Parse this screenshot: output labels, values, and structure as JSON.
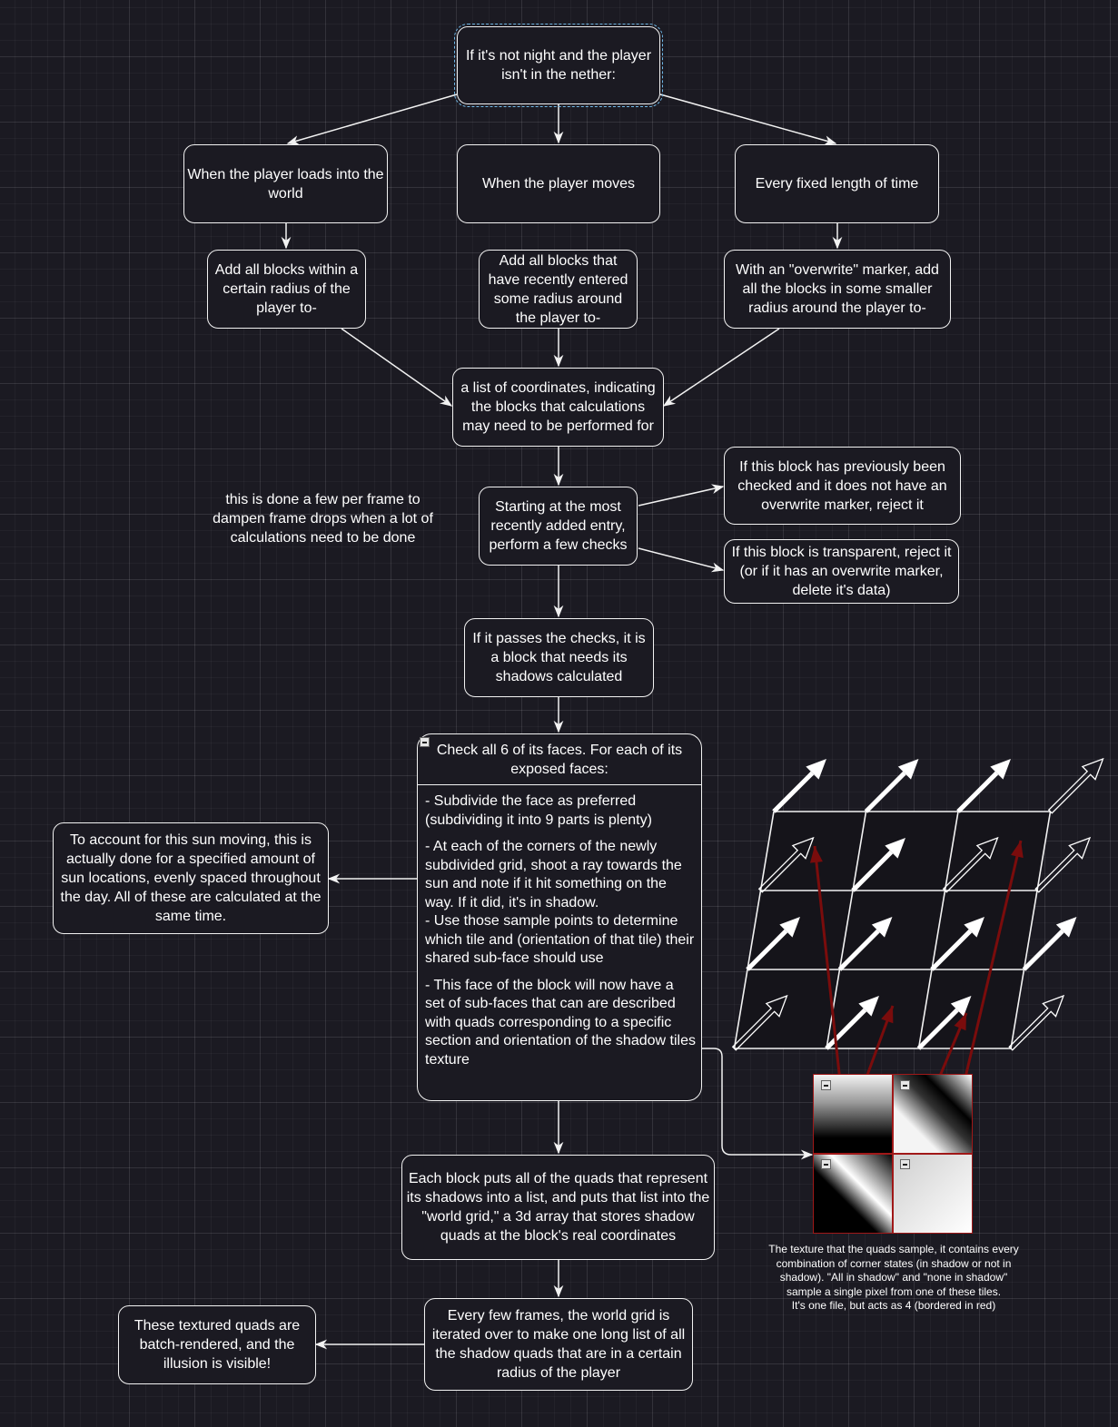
{
  "flowchart": {
    "start": "If it's not night and the player isn't in the nether:",
    "trigger_load": "When the player loads into the world",
    "trigger_move": "When the player moves",
    "trigger_time": "Every fixed length of time",
    "action_load": "Add all blocks within a certain radius of the player to-",
    "action_move": "Add all blocks that have recently entered some radius around the player to-",
    "action_time": "With an \"overwrite\" marker, add all the blocks in some smaller radius around the player to-",
    "coord_list": "a list of coordinates, indicating the blocks that calculations may need to be performed for",
    "checks": "Starting at the most recently added entry, perform a few checks",
    "note_per_frame": "this is done a few per frame to dampen frame drops when a lot of calculations need to be done",
    "reject_checked": "If this block has previously been checked and it does not have an overwrite marker, reject it",
    "reject_transparent": "If this block is transparent, reject it (or if it has an overwrite marker, delete it's data)",
    "passes": "If it passes the checks, it is a block that needs its shadows calculated",
    "faces_header": "Check all 6 of its faces. For each of its exposed faces:",
    "faces_steps": [
      "- Subdivide the face as preferred (subdividing it into 9 parts is plenty)",
      "- At each of the corners of the newly subdivided grid, shoot a ray towards the sun and note if it hit something on the way. If it did, it's in shadow.",
      "- Use those sample points to determine which tile and (orientation of that tile) their shared sub-face should use",
      "- This face of the block will now have a set of sub-faces that can are described with quads corresponding to a specific section and orientation of the shadow tiles texture"
    ],
    "sun_note": "To account for this sun moving, this is actually done for a specified amount of sun locations, evenly spaced throughout the day. All of these are calculated at the same time.",
    "world_grid": "Each block puts all of the quads that represent its shadows into a list, and puts that list into the \"world grid,\" a 3d array that stores shadow quads at the block's real coordinates",
    "iterate": "Every few frames, the world grid is iterated over to make one long list of all the shadow quads that are in a certain radius of the player",
    "rendered": "These textured quads are batch-rendered, and the illusion is visible!"
  },
  "texture_caption": [
    "The texture that the quads sample, it contains every",
    "combination of corner states (in shadow or not in",
    "shadow). \"All in shadow\" and \"none in shadow\"",
    "sample a single pixel from one of these tiles.",
    "It's one file, but acts as 4 (bordered in red)"
  ],
  "colors": {
    "background": "#1b1a22",
    "stroke": "#f2f2f2",
    "sample_arrow": "#7a0c0c",
    "texture_border": "#a01818",
    "selection": "#6fb7e6"
  }
}
